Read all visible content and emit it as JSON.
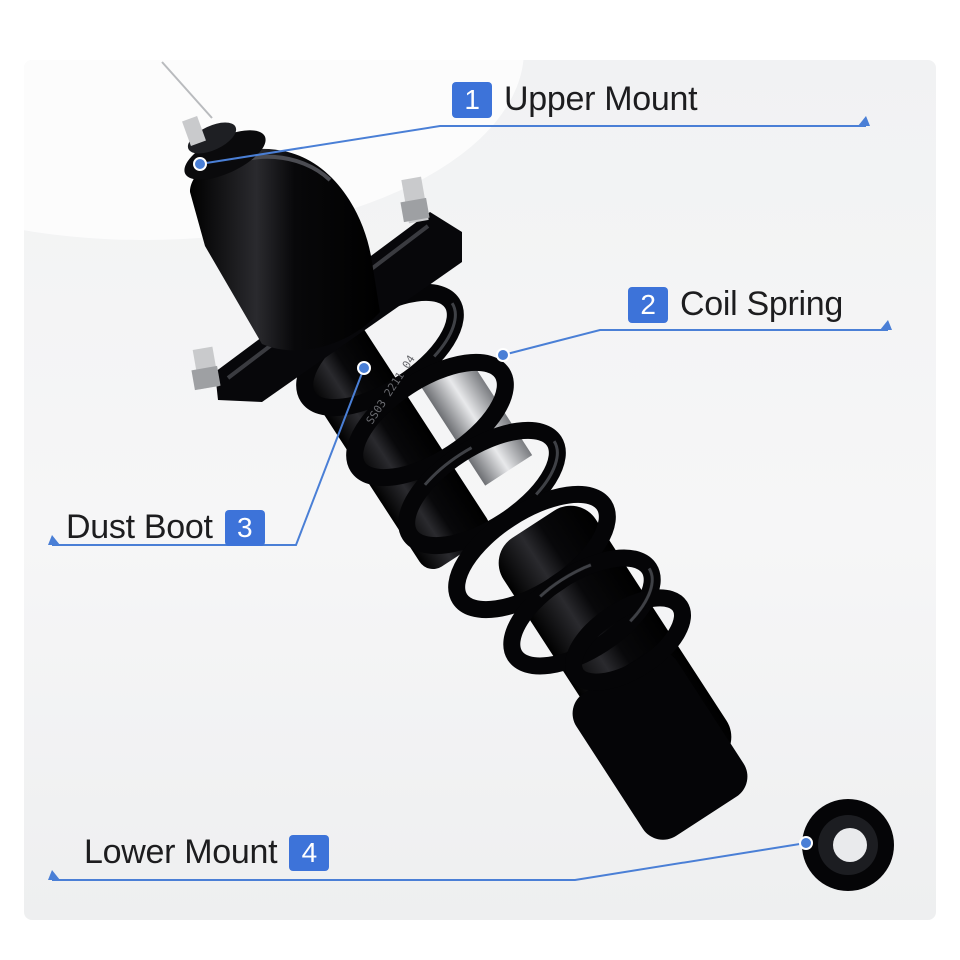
{
  "callouts": [
    {
      "number": "1",
      "text": "Upper Mount"
    },
    {
      "number": "2",
      "text": "Coil Spring"
    },
    {
      "number": "3",
      "text": "Dust Boot"
    },
    {
      "number": "4",
      "text": "Lower Mount"
    }
  ],
  "product": {
    "part_marking": "SS03 2211 04"
  },
  "colors": {
    "accent": "#3d73d9",
    "line": "#4a7fd6",
    "part": "#0b0b0d",
    "background": "#f3f4f5"
  }
}
